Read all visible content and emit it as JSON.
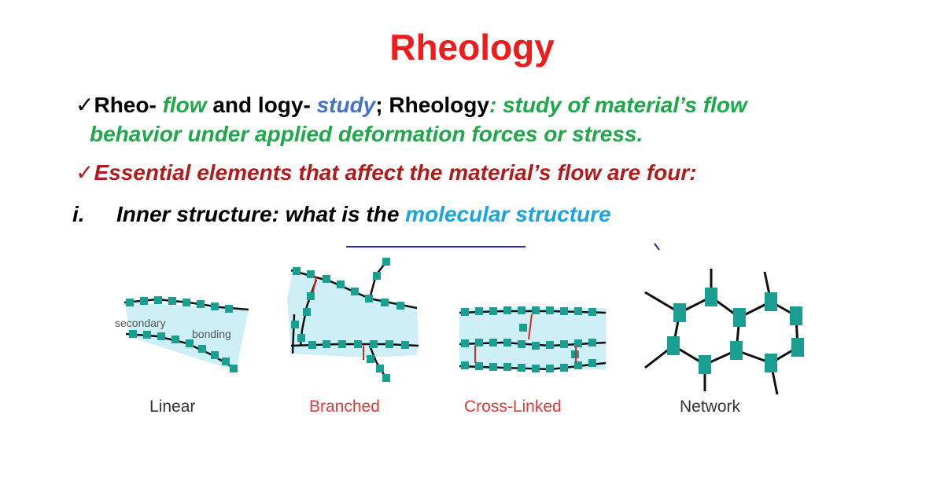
{
  "title": "Rheology",
  "bullets": {
    "check": "✓",
    "b1": {
      "rheo": "Rheo- ",
      "flow": "flow",
      "and": " and logy- ",
      "study": "study",
      "semi": "; Rheology",
      "definition_line1": ": study of material’s flow",
      "definition_line2": "behavior under applied deformation forces or stress."
    },
    "b2": "Essential elements that affect the material’s flow are four:",
    "b3": {
      "marker": "i.",
      "text": "Inner structure: what is the ",
      "highlight": "molecular structure"
    }
  },
  "diagram": {
    "inner_labels": {
      "secondary": "secondary",
      "bonding": "bonding"
    },
    "labels": {
      "linear": "Linear",
      "branched": "Branched",
      "cross_linked": "Cross-Linked",
      "network": "Network"
    }
  },
  "colors": {
    "title": "#ee1c1c",
    "green": "#1fa84a",
    "blue": "#4472c4",
    "dark_red": "#b01c1c",
    "cyan": "#1aa3dd",
    "monomer": "#1a9e92",
    "fill": "#cdeff5",
    "crosslink": "#e02424",
    "label_red": "#e03a3a"
  }
}
